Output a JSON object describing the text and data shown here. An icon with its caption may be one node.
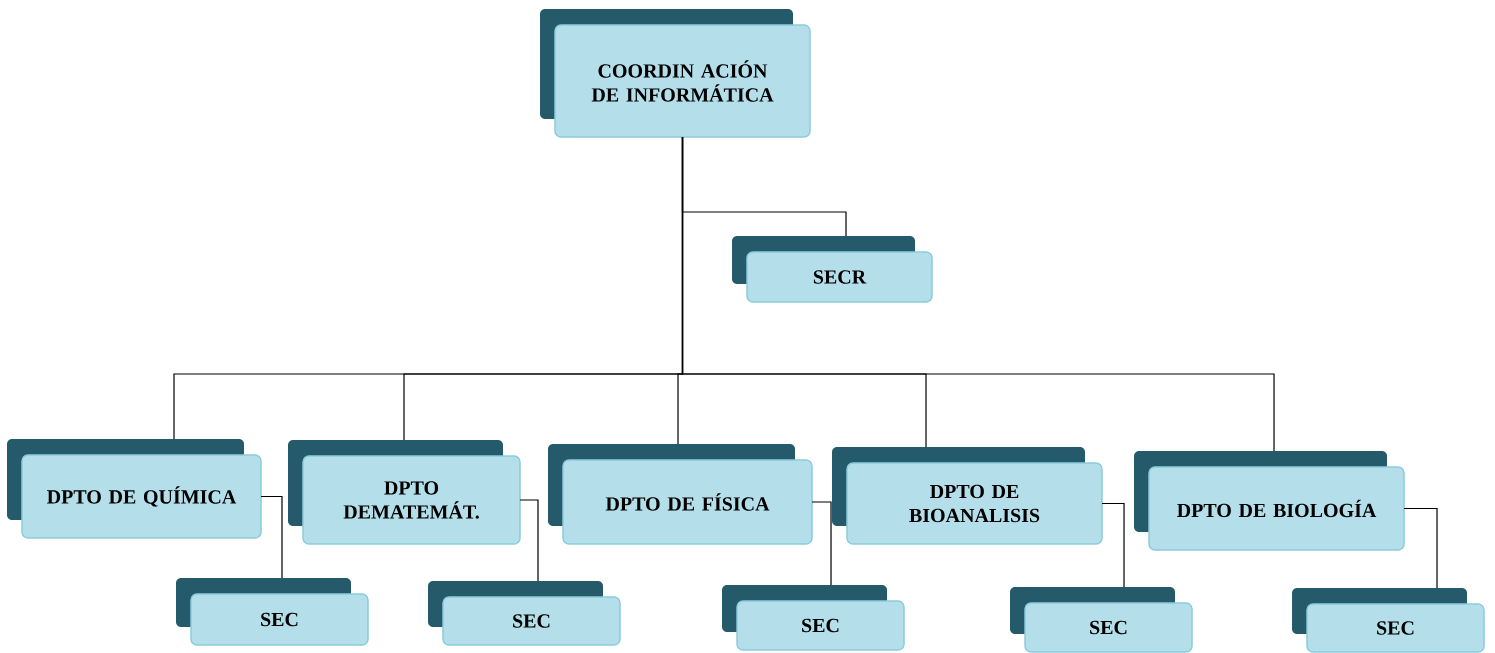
{
  "diagram": {
    "nodes": [
      {
        "text": [
          "COORDIN ACIÓN DE INFORMÁTICA"
        ]
      },
      {
        "text": [
          "SECR"
        ]
      },
      {
        "text": [
          "DPTO DE QUÍMICA"
        ]
      },
      {
        "text": [
          "DPTO DEMATEMÁT."
        ]
      },
      {
        "text": [
          "DPTO DE FÍSICA"
        ]
      },
      {
        "text": [
          "DPTO DE BIOANALISIS"
        ]
      },
      {
        "text": [
          "DPTO DE BIOLOGÍA"
        ]
      },
      {
        "text": [
          "SEC"
        ]
      },
      {
        "text": [
          "SEC"
        ]
      },
      {
        "text": [
          "SEC"
        ]
      },
      {
        "text": [
          "SEC"
        ]
      },
      {
        "text": [
          "SEC"
        ]
      }
    ],
    "edges": [
      {
        "from": 0,
        "to": 1,
        "arrow": "none"
      },
      {
        "from": 0,
        "to": 2,
        "arrow": "none"
      },
      {
        "from": 0,
        "to": 3,
        "arrow": "none"
      },
      {
        "from": 0,
        "to": 4,
        "arrow": "none"
      },
      {
        "from": 0,
        "to": 5,
        "arrow": "none"
      },
      {
        "from": 0,
        "to": 6,
        "arrow": "none"
      },
      {
        "from": 2,
        "to": 7,
        "arrow": "none"
      },
      {
        "from": 3,
        "to": 8,
        "arrow": "none"
      },
      {
        "from": 4,
        "to": 9,
        "arrow": "none"
      },
      {
        "from": 5,
        "to": 10,
        "arrow": "none"
      },
      {
        "from": 6,
        "to": 11,
        "arrow": "none"
      }
    ]
  }
}
